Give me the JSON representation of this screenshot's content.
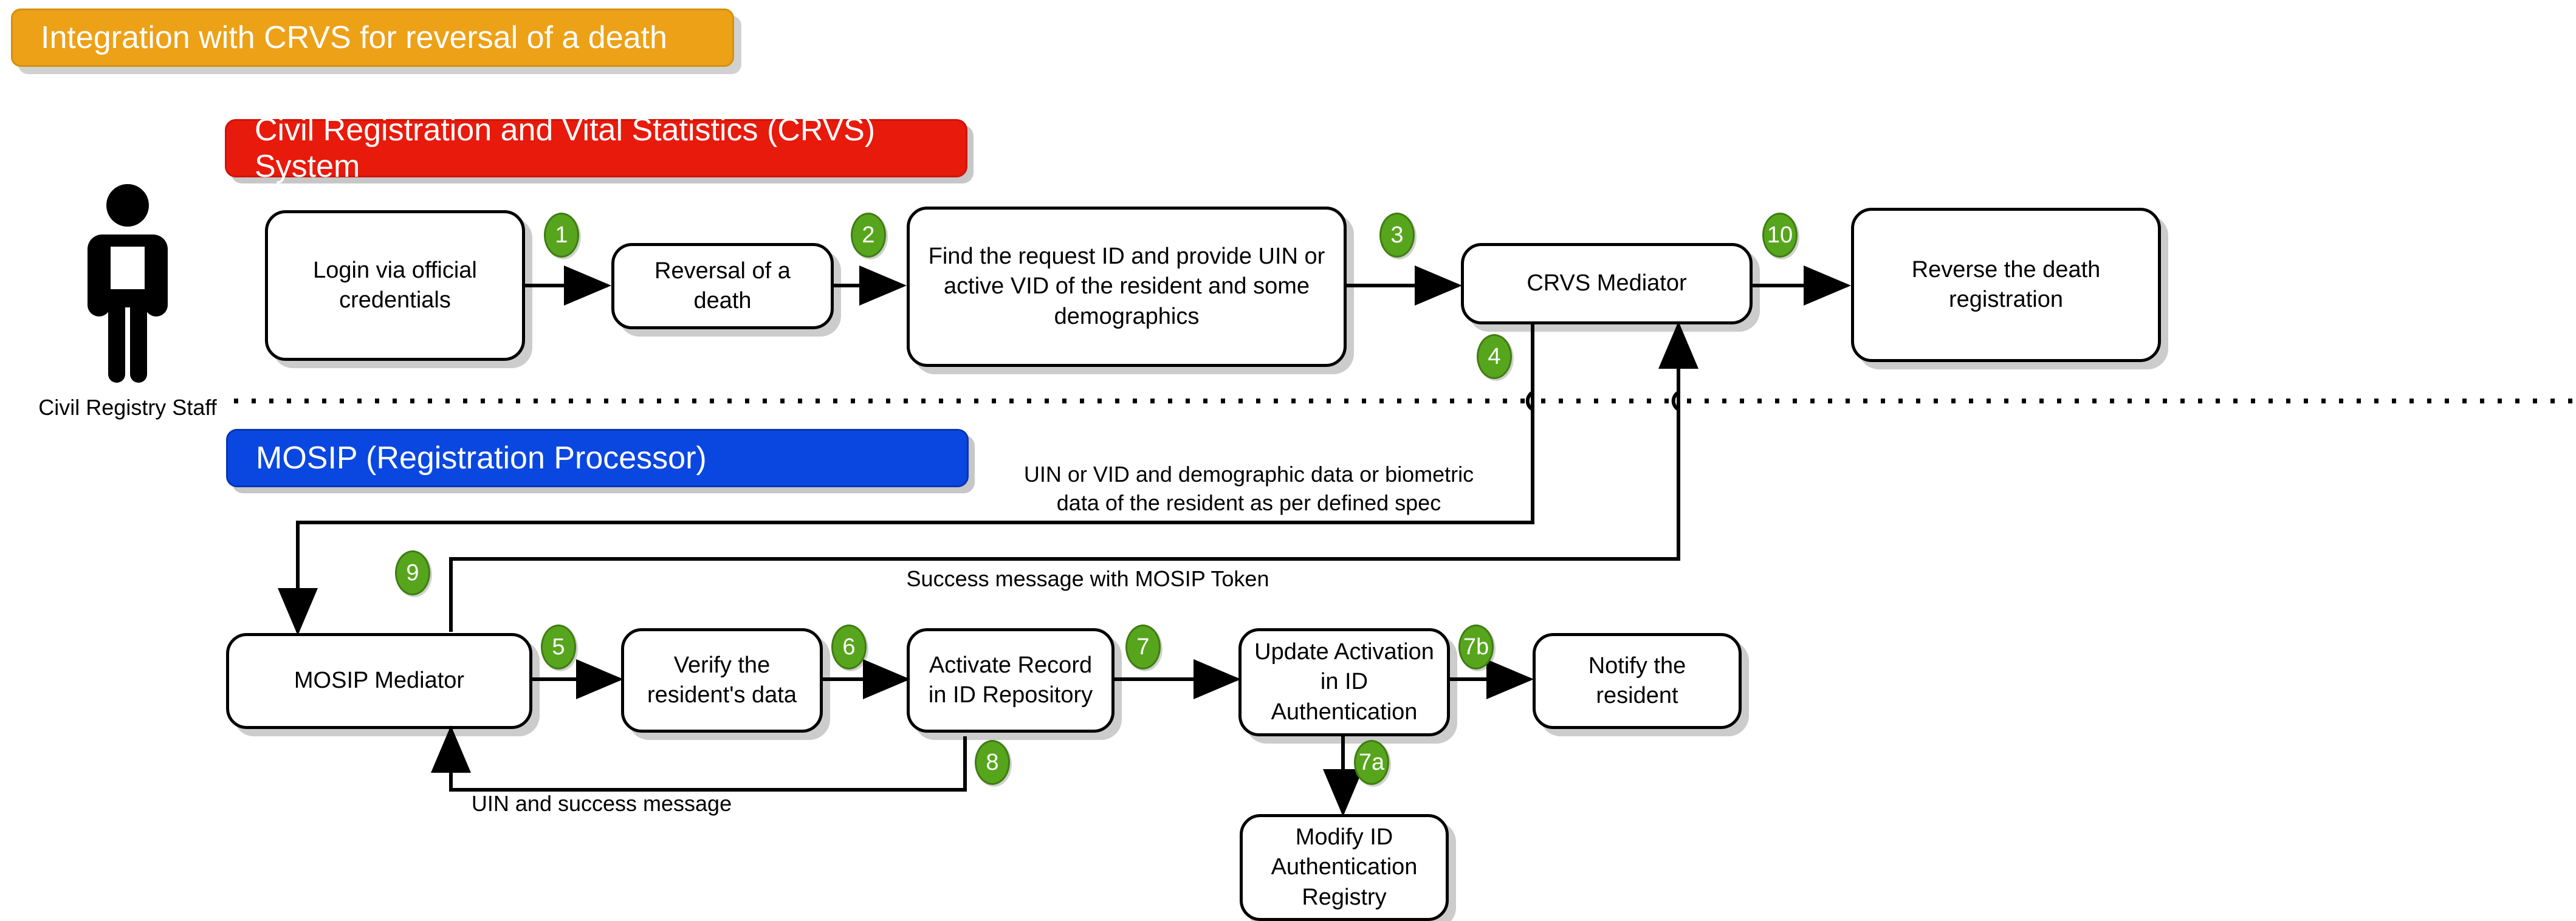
{
  "title_banner": {
    "label": "Integration with CRVS for reversal of a death",
    "color": "#eda117"
  },
  "lanes": [
    {
      "id": "crvs",
      "label": "Civil Registration and Vital Statistics (CRVS) System",
      "color": "#e81a0c"
    },
    {
      "id": "mosip",
      "label": "MOSIP (Registration Processor)",
      "color": "#0a47e0"
    }
  ],
  "actor": {
    "icon": "person-icon",
    "label": "Civil Registry\nStaff"
  },
  "nodes": [
    {
      "id": "login",
      "label": "Login via official\ncredentials"
    },
    {
      "id": "reversal",
      "label": "Reversal of a death"
    },
    {
      "id": "findrequest",
      "label": "Find the request ID and provide UIN or\nactive VID of the resident and some\ndemographics"
    },
    {
      "id": "crvsmediator",
      "label": "CRVS Mediator"
    },
    {
      "id": "reversedeath",
      "label": "Reverse the death\nregistration"
    },
    {
      "id": "mosipmediator",
      "label": "MOSIP Mediator"
    },
    {
      "id": "verifydata",
      "label": "Verify the resident's\ndata"
    },
    {
      "id": "activaterec",
      "label": "Activate Record in\nID Repository"
    },
    {
      "id": "updateauth",
      "label": "Update Activation in\nID Authentication"
    },
    {
      "id": "notify",
      "label": "Notify the resident"
    },
    {
      "id": "modifyreg",
      "label": "Modify ID\nAuthentication\nRegistry"
    }
  ],
  "badges": [
    {
      "id": "b1",
      "label": "1"
    },
    {
      "id": "b2",
      "label": "2"
    },
    {
      "id": "b3",
      "label": "3"
    },
    {
      "id": "b4",
      "label": "4"
    },
    {
      "id": "b5",
      "label": "5"
    },
    {
      "id": "b6",
      "label": "6"
    },
    {
      "id": "b7",
      "label": "7"
    },
    {
      "id": "b7a",
      "label": "7a"
    },
    {
      "id": "b7b",
      "label": "7b"
    },
    {
      "id": "b8",
      "label": "8"
    },
    {
      "id": "b9",
      "label": "9"
    },
    {
      "id": "b10",
      "label": "10"
    }
  ],
  "edge_labels": [
    {
      "id": "spec",
      "label": "UIN or VID and demographic data or biometric\ndata of the resident as per defined spec"
    },
    {
      "id": "token",
      "label": "Success message with MOSIP Token"
    },
    {
      "id": "uinsucc",
      "label": "UIN and success message"
    }
  ],
  "colors": {
    "badge_green": "#57a51d",
    "lane_crvs_red": "#e81a0c",
    "lane_mosip_blue": "#0a47e0",
    "title_orange": "#eda117",
    "node_stroke": "#000000",
    "node_fill": "#ffffff"
  }
}
